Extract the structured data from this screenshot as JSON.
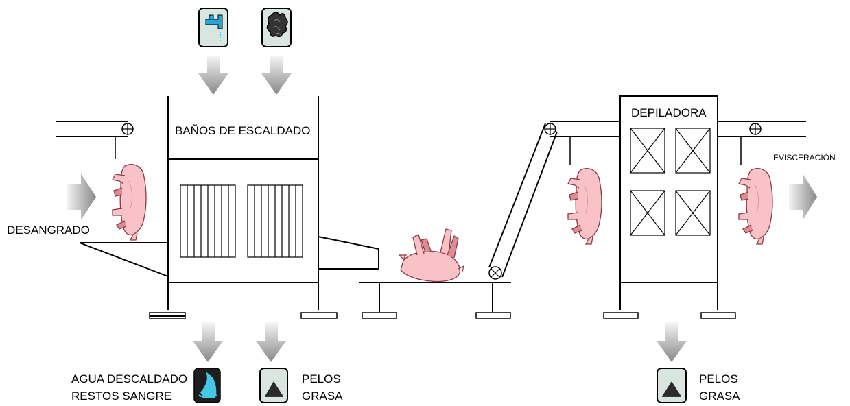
{
  "labels": {
    "desangrado": "DESANGRADO",
    "banos": "BAÑOS DE ESCALDADO",
    "depiladora": "DEPILADORA",
    "evisceracion": "EVISCERACIÓN",
    "agua_line1": "AGUA DESCALDADO",
    "agua_line2": "RESTOS SANGRE",
    "pelos1_line1": "PELOS",
    "pelos1_line2": "GRASA",
    "pelos2_line1": "PELOS",
    "pelos2_line2": "GRASA"
  },
  "icons": {
    "input_water": "water-tap-icon",
    "input_steam": "steam-icon",
    "output_wastewater": "wastewater-icon",
    "output_hair_1": "hair-grease-icon",
    "output_hair_2": "hair-grease-icon"
  },
  "colors": {
    "pig": "#f9c2c6",
    "pig_outline": "#8a3a44",
    "arrow_dark": "#8c8c8c",
    "arrow_light": "#f2f2f2",
    "icon_bg": "#d9e6e0",
    "water": "#45c8e6"
  }
}
